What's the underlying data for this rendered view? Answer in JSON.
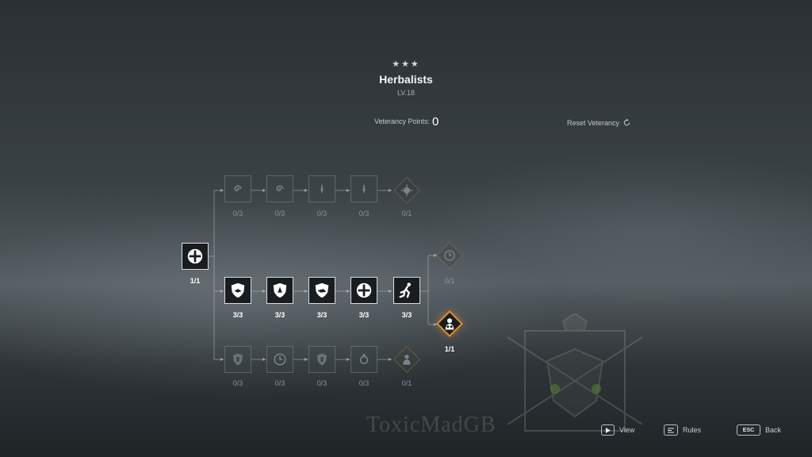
{
  "header": {
    "stars": "★★★",
    "unit_name": "Herbalists",
    "level": "LV.18",
    "veterancy_label": "Veterancy Points:",
    "veterancy_value": "0",
    "reset_label": "Reset Veterancy"
  },
  "tree": {
    "root": {
      "count": "1/1",
      "icon": "plus-cross-icon",
      "state": "active"
    },
    "top_row": [
      {
        "count": "0/3",
        "icon": "spiral-icon",
        "state": "locked"
      },
      {
        "count": "0/3",
        "icon": "spiral-icon",
        "state": "locked"
      },
      {
        "count": "0/3",
        "icon": "dagger-icon",
        "state": "locked"
      },
      {
        "count": "0/3",
        "icon": "dagger-icon",
        "state": "locked"
      },
      {
        "count": "0/1",
        "icon": "burst-icon",
        "state": "locked"
      }
    ],
    "middle_row": [
      {
        "count": "3/3",
        "icon": "shield-icon",
        "state": "active"
      },
      {
        "count": "3/3",
        "icon": "shield-icon",
        "state": "active"
      },
      {
        "count": "3/3",
        "icon": "shield-icon",
        "state": "active"
      },
      {
        "count": "3/3",
        "icon": "plus-cross-icon",
        "state": "active"
      },
      {
        "count": "3/3",
        "icon": "runner-icon",
        "state": "active"
      }
    ],
    "branch": [
      {
        "count": "0/1",
        "icon": "clock-icon",
        "state": "locked"
      },
      {
        "count": "1/1",
        "icon": "gas-mask-icon",
        "state": "active"
      }
    ],
    "bottom_row": [
      {
        "count": "0/3",
        "icon": "potion-icon",
        "state": "locked"
      },
      {
        "count": "0/3",
        "icon": "clock-icon",
        "state": "locked"
      },
      {
        "count": "0/3",
        "icon": "potion-icon",
        "state": "locked"
      },
      {
        "count": "0/3",
        "icon": "flask-icon",
        "state": "locked"
      },
      {
        "count": "0/1",
        "icon": "gas-mask-icon",
        "state": "locked"
      }
    ]
  },
  "watermark": "ToxicMadGB",
  "footer": {
    "view_label": "View",
    "rules_label": "Rules",
    "back_key": "ESC",
    "back_label": "Back"
  },
  "colors": {
    "accent": "#e0912e",
    "active_bg": "#1a1d1f"
  }
}
